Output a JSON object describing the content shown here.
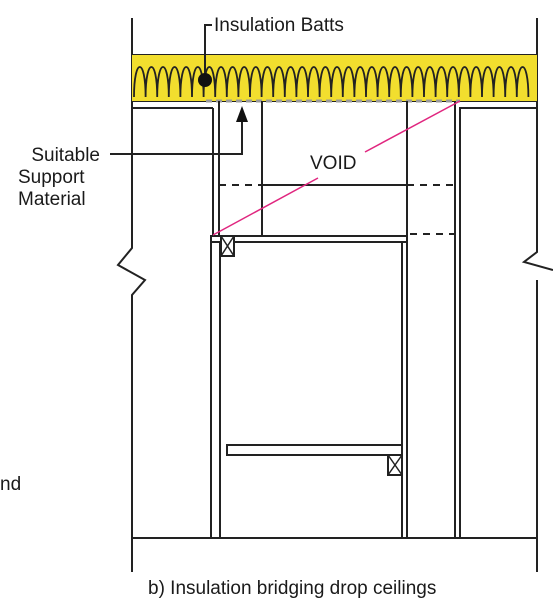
{
  "labels": {
    "insulation_batts": "Insulation Batts",
    "support_line1": "Suitable",
    "support_line2": "Support",
    "support_line3": "Material",
    "void": "VOID",
    "edge_fragment": "nd",
    "caption": "b) Insulation bridging drop ceilings"
  },
  "colors": {
    "insulation_fill": "#f2de2e",
    "insulation_stroke": "#222222",
    "void_line": "#e0267f",
    "line": "#222222",
    "support_dots": "#9a9a9a"
  }
}
